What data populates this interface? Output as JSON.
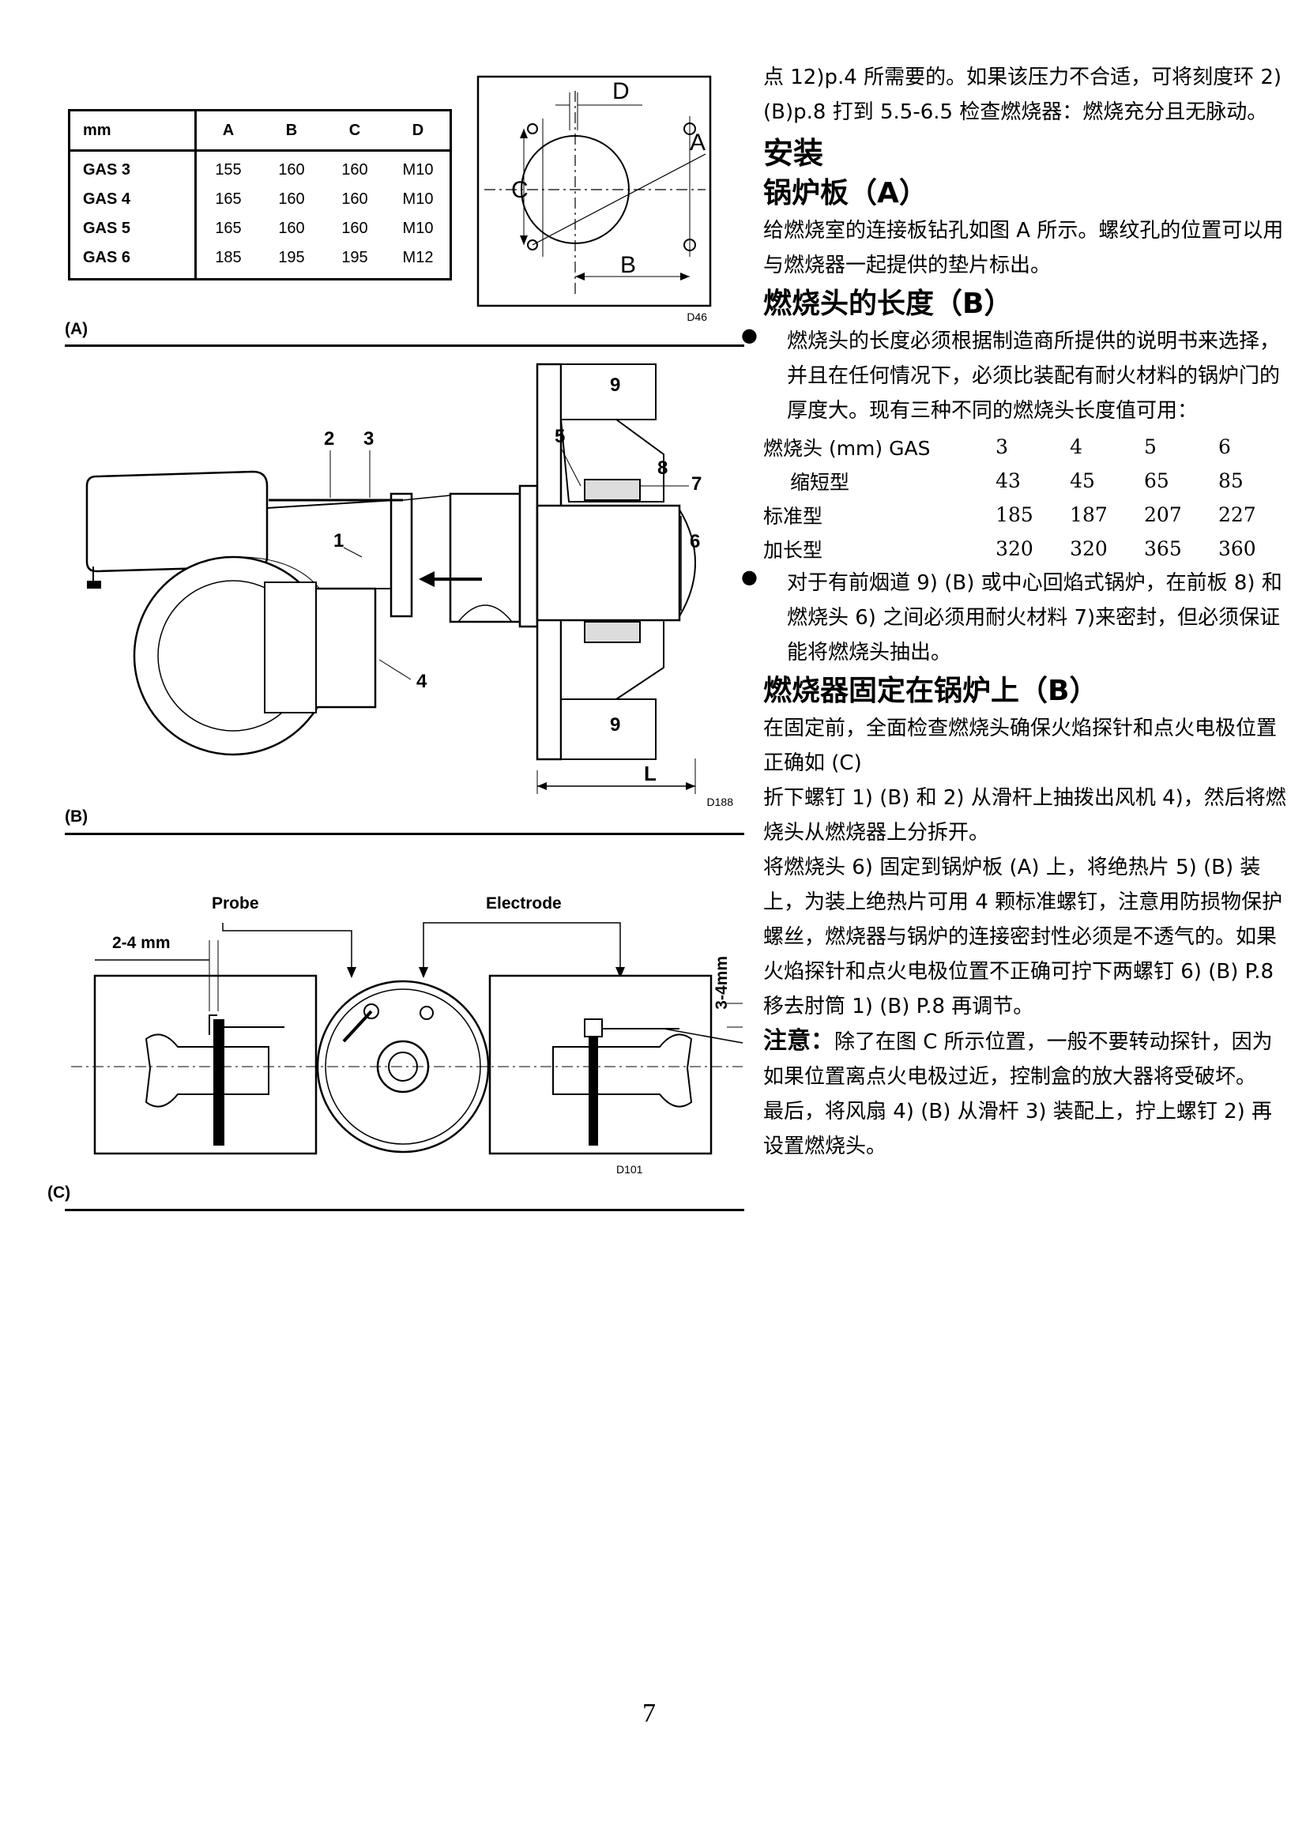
{
  "table": {
    "headers": [
      "mm",
      "A",
      "B",
      "C",
      "D"
    ],
    "rows": [
      [
        "GAS 3",
        "155",
        "160",
        "160",
        "M10"
      ],
      [
        "GAS 4",
        "165",
        "160",
        "160",
        "M10"
      ],
      [
        "GAS 5",
        "165",
        "160",
        "160",
        "M10"
      ],
      [
        "GAS 6",
        "185",
        "195",
        "195",
        "M12"
      ]
    ]
  },
  "fig_a": {
    "label": "(A)",
    "code": "D46",
    "dim_d": "D",
    "dim_a": "A",
    "dim_c": "C",
    "dim_b": "B"
  },
  "fig_b": {
    "label": "(B)",
    "code": "D188",
    "callouts": [
      "2",
      "3",
      "5",
      "8",
      "7",
      "1",
      "6",
      "4",
      "9",
      "9"
    ],
    "dim_l": "L"
  },
  "fig_c": {
    "label": "(C)",
    "code": "D101",
    "probe": "Probe",
    "electrode": "Electrode",
    "dim_left": "2-4 mm",
    "dim_right": "3-4mm"
  },
  "text": {
    "p0": "点 12)p.4 所需要的。如果该压力不合适，可将刻度环 2) (B)p.8 打到 5.5-6.5 检查燃烧器：燃烧充分且无脉动。",
    "h_install": "安装",
    "h_plate": "锅炉板（A）",
    "p_plate": "给燃烧室的连接板钻孔如图 A 所示。螺纹孔的位置可以用与燃烧器一起提供的垫片标出。",
    "h_length": "燃烧头的长度（B）",
    "b1": "燃烧头的长度必须根据制造商所提供的说明书来选择，并且在任何情况下，必须比装配有耐火材料的锅炉门的厚度大。现有三种不同的燃烧头长度值可用：",
    "heads": [
      [
        "燃烧头 (mm) GAS",
        "3",
        "4",
        "5",
        "6"
      ],
      [
        "缩短型",
        "43",
        "45",
        "65",
        "85"
      ],
      [
        "标准型",
        "185",
        "187",
        "207",
        "227"
      ],
      [
        "加长型",
        "320",
        "320",
        "365",
        "360"
      ]
    ],
    "b2": "对于有前烟道 9) (B) 或中心回焰式锅炉，在前板 8) 和燃烧头 6) 之间必须用耐火材料 7)来密封，但必须保证能将燃烧头抽出。",
    "h_fix": "燃烧器固定在锅炉上（B）",
    "p_fix1": "在固定前，全面检查燃烧头确保火焰探针和点火电极位置正确如 (C)",
    "p_fix2": "折下螺钉 1) (B) 和 2) 从滑杆上抽拨出风机 4)，然后将燃烧头从燃烧器上分拆开。",
    "p_fix3": "将燃烧头 6) 固定到锅炉板 (A) 上，将绝热片 5) (B) 装上，为装上绝热片可用 4 颗标准螺钉，注意用防损物保护螺丝，燃烧器与锅炉的连接密封性必须是不透气的。如果火焰探针和点火电极位置不正确可拧下两螺钉 6) (B) P.8 移去肘筒 1) (B) P.8 再调节。",
    "note_label": "注意：",
    "note_text": "除了在图 C 所示位置，一般不要转动探针，因为如果位置离点火电极过近，控制盒的放大器将受破坏。",
    "p_last": "最后，将风扇 4) (B) 从滑杆 3) 装配上，拧上螺钉 2) 再设置燃烧头。"
  },
  "page_number": "7"
}
